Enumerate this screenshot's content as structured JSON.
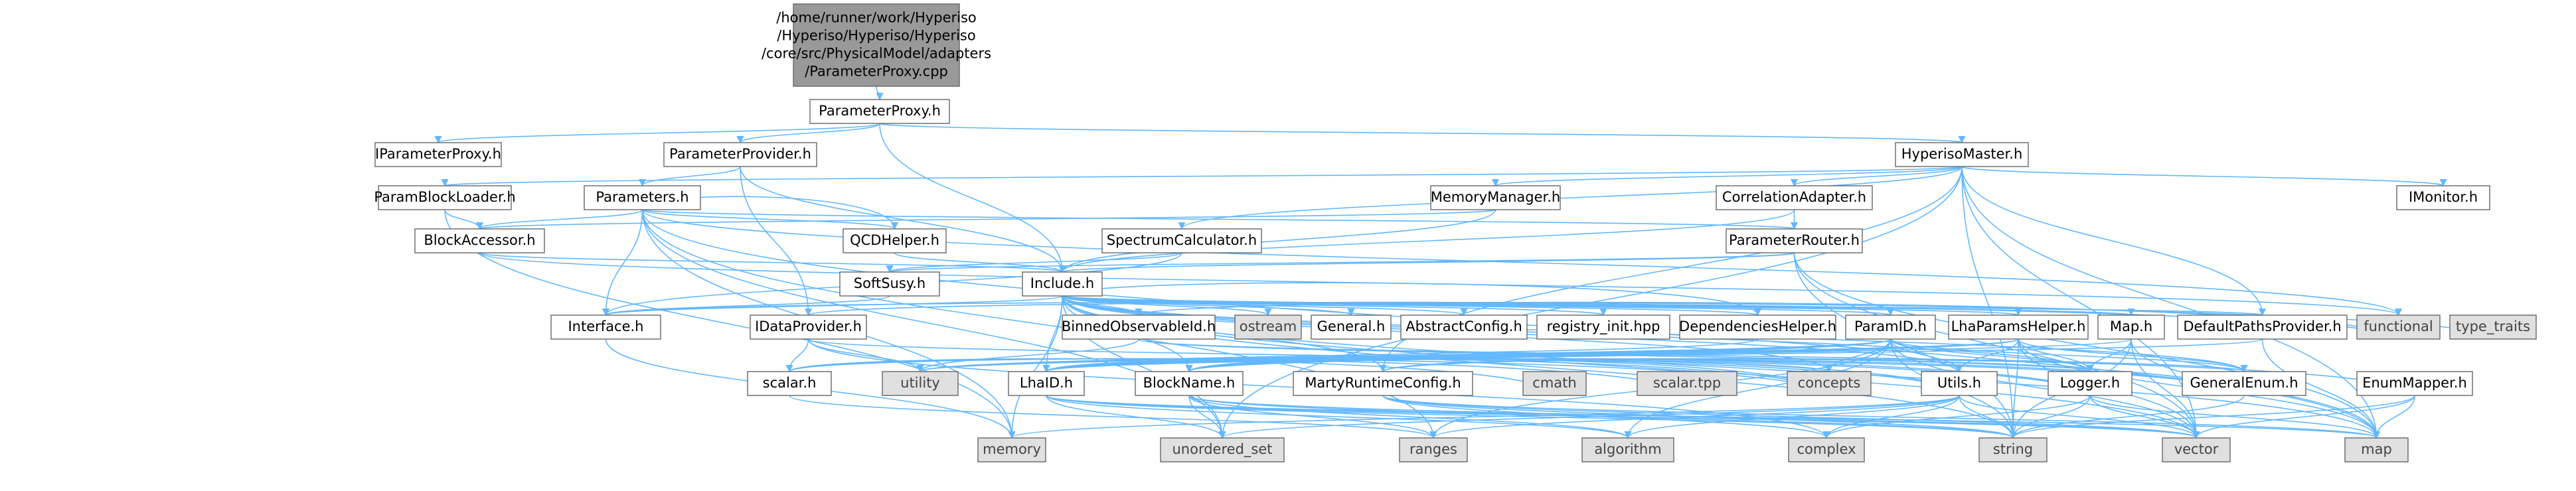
{
  "colors": {
    "edge": "#63b8ff",
    "node_fill": "#ffffff",
    "node_border": "#666666",
    "root_fill": "#999999",
    "external_fill": "#e0e0e0",
    "external_text": "#444444",
    "incomplete_border": "#ff0000",
    "text": "#000000"
  },
  "nodes": [
    {
      "id": "root",
      "label": "/home/runner/work/Hyperiso\n/Hyperiso/Hyperiso/Hyperiso\n/core/src/PhysicalModel/adapters\n/ParameterProxy.cpp",
      "kind": "root"
    },
    {
      "id": "pproxy_h",
      "label": "ParameterProxy.h",
      "kind": "file"
    },
    {
      "id": "ipproxy_h",
      "label": "IParameterProxy.h",
      "kind": "file"
    },
    {
      "id": "pprovider_h",
      "label": "ParameterProvider.h",
      "kind": "file"
    },
    {
      "id": "hmaster_h",
      "label": "HyperisoMaster.h",
      "kind": "file"
    },
    {
      "id": "pbloader_h",
      "label": "ParamBlockLoader.h",
      "kind": "incomplete"
    },
    {
      "id": "parameters_h",
      "label": "Parameters.h",
      "kind": "incomplete"
    },
    {
      "id": "memmgr_h",
      "label": "MemoryManager.h",
      "kind": "incomplete"
    },
    {
      "id": "corradapter_h",
      "label": "CorrelationAdapter.h",
      "kind": "incomplete"
    },
    {
      "id": "imonitor_h",
      "label": "IMonitor.h",
      "kind": "file"
    },
    {
      "id": "blockaccessor_h",
      "label": "BlockAccessor.h",
      "kind": "incomplete"
    },
    {
      "id": "qcdhelper_h",
      "label": "QCDHelper.h",
      "kind": "incomplete"
    },
    {
      "id": "spectrumcalc_h",
      "label": "SpectrumCalculator.h",
      "kind": "incomplete"
    },
    {
      "id": "prouter_h",
      "label": "ParameterRouter.h",
      "kind": "file"
    },
    {
      "id": "softsusy_h",
      "label": "SoftSusy.h",
      "kind": "incomplete"
    },
    {
      "id": "include_h",
      "label": "Include.h",
      "kind": "file"
    },
    {
      "id": "interface_h",
      "label": "Interface.h",
      "kind": "incomplete"
    },
    {
      "id": "idataprovider_h",
      "label": "IDataProvider.h",
      "kind": "file"
    },
    {
      "id": "bobsid_h",
      "label": "BinnedObservableId.h",
      "kind": "incomplete"
    },
    {
      "id": "ostream",
      "label": "ostream",
      "kind": "external"
    },
    {
      "id": "general_h",
      "label": "General.h",
      "kind": "file"
    },
    {
      "id": "abstractconfig_h",
      "label": "AbstractConfig.h",
      "kind": "file"
    },
    {
      "id": "registryinit_hpp",
      "label": "registry_init.hpp",
      "kind": "incomplete"
    },
    {
      "id": "dephelper_h",
      "label": "DependenciesHelper.h",
      "kind": "file"
    },
    {
      "id": "paramid_h",
      "label": "ParamID.h",
      "kind": "incomplete"
    },
    {
      "id": "lhaparamshelper_h",
      "label": "LhaParamsHelper.h",
      "kind": "incomplete"
    },
    {
      "id": "map_h",
      "label": "Map.h",
      "kind": "file"
    },
    {
      "id": "defaultpaths_h",
      "label": "DefaultPathsProvider.h",
      "kind": "incomplete"
    },
    {
      "id": "functional",
      "label": "functional",
      "kind": "external"
    },
    {
      "id": "typetraits",
      "label": "type_traits",
      "kind": "external"
    },
    {
      "id": "scalar_h",
      "label": "scalar.h",
      "kind": "file"
    },
    {
      "id": "utility",
      "label": "utility",
      "kind": "external"
    },
    {
      "id": "lhaid_h",
      "label": "LhaID.h",
      "kind": "incomplete"
    },
    {
      "id": "blockname_h",
      "label": "BlockName.h",
      "kind": "incomplete"
    },
    {
      "id": "mrconfig_h",
      "label": "MartyRuntimeConfig.h",
      "kind": "incomplete"
    },
    {
      "id": "cmath",
      "label": "cmath",
      "kind": "external"
    },
    {
      "id": "scalartpp",
      "label": "scalar.tpp",
      "kind": "external"
    },
    {
      "id": "concepts",
      "label": "concepts",
      "kind": "external"
    },
    {
      "id": "utils_h",
      "label": "Utils.h",
      "kind": "incomplete"
    },
    {
      "id": "logger_h",
      "label": "Logger.h",
      "kind": "incomplete"
    },
    {
      "id": "genenum_h",
      "label": "GeneralEnum.h",
      "kind": "file"
    },
    {
      "id": "enummapper_h",
      "label": "EnumMapper.h",
      "kind": "file"
    },
    {
      "id": "memory",
      "label": "memory",
      "kind": "external"
    },
    {
      "id": "unordered_set",
      "label": "unordered_set",
      "kind": "external"
    },
    {
      "id": "ranges",
      "label": "ranges",
      "kind": "external"
    },
    {
      "id": "algorithm",
      "label": "algorithm",
      "kind": "external"
    },
    {
      "id": "complex",
      "label": "complex",
      "kind": "external"
    },
    {
      "id": "string",
      "label": "string",
      "kind": "external"
    },
    {
      "id": "vector",
      "label": "vector",
      "kind": "external"
    },
    {
      "id": "map",
      "label": "map",
      "kind": "external"
    }
  ],
  "edges": [
    [
      "root",
      "pproxy_h"
    ],
    [
      "pproxy_h",
      "ipproxy_h"
    ],
    [
      "pproxy_h",
      "pprovider_h"
    ],
    [
      "pproxy_h",
      "hmaster_h"
    ],
    [
      "pproxy_h",
      "include_h"
    ],
    [
      "pprovider_h",
      "parameters_h"
    ],
    [
      "pprovider_h",
      "include_h"
    ],
    [
      "pprovider_h",
      "idataprovider_h"
    ],
    [
      "hmaster_h",
      "pbloader_h"
    ],
    [
      "hmaster_h",
      "memmgr_h"
    ],
    [
      "hmaster_h",
      "corradapter_h"
    ],
    [
      "hmaster_h",
      "imonitor_h"
    ],
    [
      "hmaster_h",
      "spectrumcalc_h"
    ],
    [
      "hmaster_h",
      "defaultpaths_h"
    ],
    [
      "hmaster_h",
      "mrconfig_h"
    ],
    [
      "hmaster_h",
      "map"
    ],
    [
      "hmaster_h",
      "vector"
    ],
    [
      "hmaster_h",
      "string"
    ],
    [
      "hmaster_h",
      "unordered_set"
    ],
    [
      "pbloader_h",
      "blockaccessor_h"
    ],
    [
      "pbloader_h",
      "memory"
    ],
    [
      "parameters_h",
      "blockaccessor_h"
    ],
    [
      "parameters_h",
      "qcdhelper_h"
    ],
    [
      "parameters_h",
      "prouter_h"
    ],
    [
      "parameters_h",
      "interface_h"
    ],
    [
      "parameters_h",
      "functional"
    ],
    [
      "parameters_h",
      "memory"
    ],
    [
      "parameters_h",
      "unordered_set"
    ],
    [
      "parameters_h",
      "ranges"
    ],
    [
      "parameters_h",
      "map"
    ],
    [
      "qcdhelper_h",
      "parameters_h"
    ],
    [
      "qcdhelper_h",
      "include_h"
    ],
    [
      "memmgr_h",
      "include_h"
    ],
    [
      "memmgr_h",
      "blockaccessor_h"
    ],
    [
      "corradapter_h",
      "prouter_h"
    ],
    [
      "corradapter_h",
      "include_h"
    ],
    [
      "blockaccessor_h",
      "include_h"
    ],
    [
      "blockaccessor_h",
      "functional"
    ],
    [
      "spectrumcalc_h",
      "softsusy_h"
    ],
    [
      "spectrumcalc_h",
      "interface_h"
    ],
    [
      "prouter_h",
      "include_h"
    ],
    [
      "prouter_h",
      "map"
    ],
    [
      "prouter_h",
      "string"
    ],
    [
      "prouter_h",
      "vector"
    ],
    [
      "prouter_h",
      "softsusy_h"
    ],
    [
      "softsusy_h",
      "interface_h"
    ],
    [
      "interface_h",
      "functional"
    ],
    [
      "interface_h",
      "memory"
    ],
    [
      "idataprovider_h",
      "scalar_h"
    ],
    [
      "idataprovider_h",
      "utility"
    ],
    [
      "idataprovider_h",
      "concepts"
    ],
    [
      "idataprovider_h",
      "typetraits"
    ],
    [
      "idataprovider_h",
      "complex"
    ],
    [
      "scalar_h",
      "cmath"
    ],
    [
      "scalar_h",
      "scalartpp"
    ],
    [
      "scalar_h",
      "concepts"
    ],
    [
      "scalar_h",
      "ranges"
    ],
    [
      "include_h",
      "bobsid_h"
    ],
    [
      "include_h",
      "ostream"
    ],
    [
      "include_h",
      "general_h"
    ],
    [
      "include_h",
      "abstractconfig_h"
    ],
    [
      "include_h",
      "registryinit_hpp"
    ],
    [
      "include_h",
      "dephelper_h"
    ],
    [
      "include_h",
      "paramid_h"
    ],
    [
      "include_h",
      "lhaparamshelper_h"
    ],
    [
      "include_h",
      "map_h"
    ],
    [
      "include_h",
      "defaultpaths_h"
    ],
    [
      "include_h",
      "interface_h"
    ],
    [
      "include_h",
      "utils_h"
    ],
    [
      "include_h",
      "logger_h"
    ],
    [
      "include_h",
      "genenum_h"
    ],
    [
      "include_h",
      "blockname_h"
    ],
    [
      "include_h",
      "lhaid_h"
    ],
    [
      "include_h",
      "mrconfig_h"
    ],
    [
      "include_h",
      "string"
    ],
    [
      "include_h",
      "vector"
    ],
    [
      "include_h",
      "map"
    ],
    [
      "include_h",
      "unordered_set"
    ],
    [
      "include_h",
      "memory"
    ],
    [
      "include_h",
      "concepts"
    ],
    [
      "bobsid_h",
      "utility"
    ],
    [
      "bobsid_h",
      "functional"
    ],
    [
      "bobsid_h",
      "logger_h"
    ],
    [
      "bobsid_h",
      "genenum_h"
    ],
    [
      "dephelper_h",
      "include_h"
    ],
    [
      "dephelper_h",
      "utility"
    ],
    [
      "paramid_h",
      "lhaid_h"
    ],
    [
      "paramid_h",
      "blockname_h"
    ],
    [
      "paramid_h",
      "utils_h"
    ],
    [
      "paramid_h",
      "logger_h"
    ],
    [
      "paramid_h",
      "genenum_h"
    ],
    [
      "paramid_h",
      "concepts"
    ],
    [
      "paramid_h",
      "string"
    ],
    [
      "paramid_h",
      "vector"
    ],
    [
      "paramid_h",
      "ranges"
    ],
    [
      "paramid_h",
      "algorithm"
    ],
    [
      "paramid_h",
      "utility"
    ],
    [
      "lhaparamshelper_h",
      "lhaid_h"
    ],
    [
      "lhaparamshelper_h",
      "blockname_h"
    ],
    [
      "lhaparamshelper_h",
      "utils_h"
    ],
    [
      "lhaparamshelper_h",
      "logger_h"
    ],
    [
      "lhaparamshelper_h",
      "genenum_h"
    ],
    [
      "lhaparamshelper_h",
      "map"
    ],
    [
      "lhaparamshelper_h",
      "vector"
    ],
    [
      "lhaparamshelper_h",
      "string"
    ],
    [
      "lhaparamshelper_h",
      "utility"
    ],
    [
      "map_h",
      "logger_h"
    ],
    [
      "map_h",
      "map"
    ],
    [
      "map_h",
      "string"
    ],
    [
      "map_h",
      "lhaid_h"
    ],
    [
      "map_h",
      "vector"
    ],
    [
      "defaultpaths_h",
      "map"
    ],
    [
      "defaultpaths_h",
      "lhaid_h"
    ],
    [
      "lhaid_h",
      "utils_h"
    ],
    [
      "lhaid_h",
      "logger_h"
    ],
    [
      "lhaid_h",
      "genenum_h"
    ],
    [
      "lhaid_h",
      "concepts"
    ],
    [
      "lhaid_h",
      "string"
    ],
    [
      "lhaid_h",
      "vector"
    ],
    [
      "lhaid_h",
      "unordered_set"
    ],
    [
      "lhaid_h",
      "map"
    ],
    [
      "lhaid_h",
      "algorithm"
    ],
    [
      "blockname_h",
      "utils_h"
    ],
    [
      "blockname_h",
      "logger_h"
    ],
    [
      "blockname_h",
      "genenum_h"
    ],
    [
      "blockname_h",
      "string"
    ],
    [
      "blockname_h",
      "algorithm"
    ],
    [
      "blockname_h",
      "concepts"
    ],
    [
      "blockname_h",
      "ranges"
    ],
    [
      "blockname_h",
      "vector"
    ],
    [
      "blockname_h",
      "unordered_set"
    ],
    [
      "mrconfig_h",
      "string"
    ],
    [
      "mrconfig_h",
      "vector"
    ],
    [
      "mrconfig_h",
      "enummapper_h"
    ],
    [
      "mrconfig_h",
      "genenum_h"
    ],
    [
      "mrconfig_h",
      "complex"
    ],
    [
      "mrconfig_h",
      "map"
    ],
    [
      "utils_h",
      "memory"
    ],
    [
      "utils_h",
      "unordered_set"
    ],
    [
      "utils_h",
      "ranges"
    ],
    [
      "utils_h",
      "algorithm"
    ],
    [
      "utils_h",
      "complex"
    ],
    [
      "utils_h",
      "string"
    ],
    [
      "utils_h",
      "vector"
    ],
    [
      "logger_h",
      "string"
    ],
    [
      "logger_h",
      "vector"
    ],
    [
      "logger_h",
      "complex"
    ],
    [
      "logger_h",
      "map"
    ],
    [
      "genenum_h",
      "string"
    ],
    [
      "enummapper_h",
      "vector"
    ],
    [
      "enummapper_h",
      "map"
    ],
    [
      "enummapper_h",
      "string"
    ]
  ]
}
